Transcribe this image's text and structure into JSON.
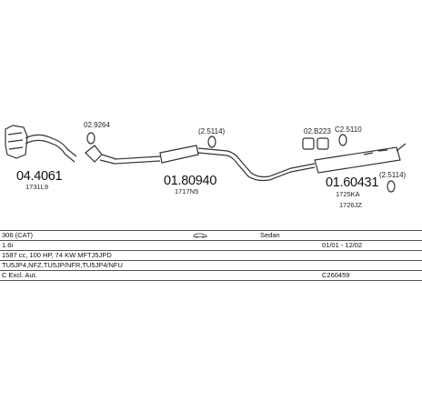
{
  "parts": [
    {
      "part_number": "04.4061",
      "code": "1731L9"
    },
    {
      "part_number": "02.9264",
      "code": ""
    },
    {
      "part_number": "01.80940",
      "code": "1717N5"
    },
    {
      "part_number": "",
      "code": "(2.5114)"
    },
    {
      "part_number": "",
      "code": "02.B223"
    },
    {
      "part_number": "",
      "code": "C2.5110"
    },
    {
      "part_number": "01.60431",
      "code": "1725KA"
    },
    {
      "part_number": "",
      "code": "1726JZ"
    },
    {
      "part_number": "",
      "code": "(2.5114)"
    }
  ],
  "table": {
    "model": "306 (CAT)",
    "body": "Sedan",
    "engine": "1.6i",
    "date": "01/01 - 12/02",
    "spec": "1587 cc, 100 HP, 74 KW MFTJ5JPD",
    "engine_codes": "TU5JP4,NFZ,TU5JP/NFR,TU5JP4/NFU",
    "note": "C Excl. Aut.",
    "ref": "C260459"
  },
  "icons": {
    "body_type": "car-side-icon"
  }
}
